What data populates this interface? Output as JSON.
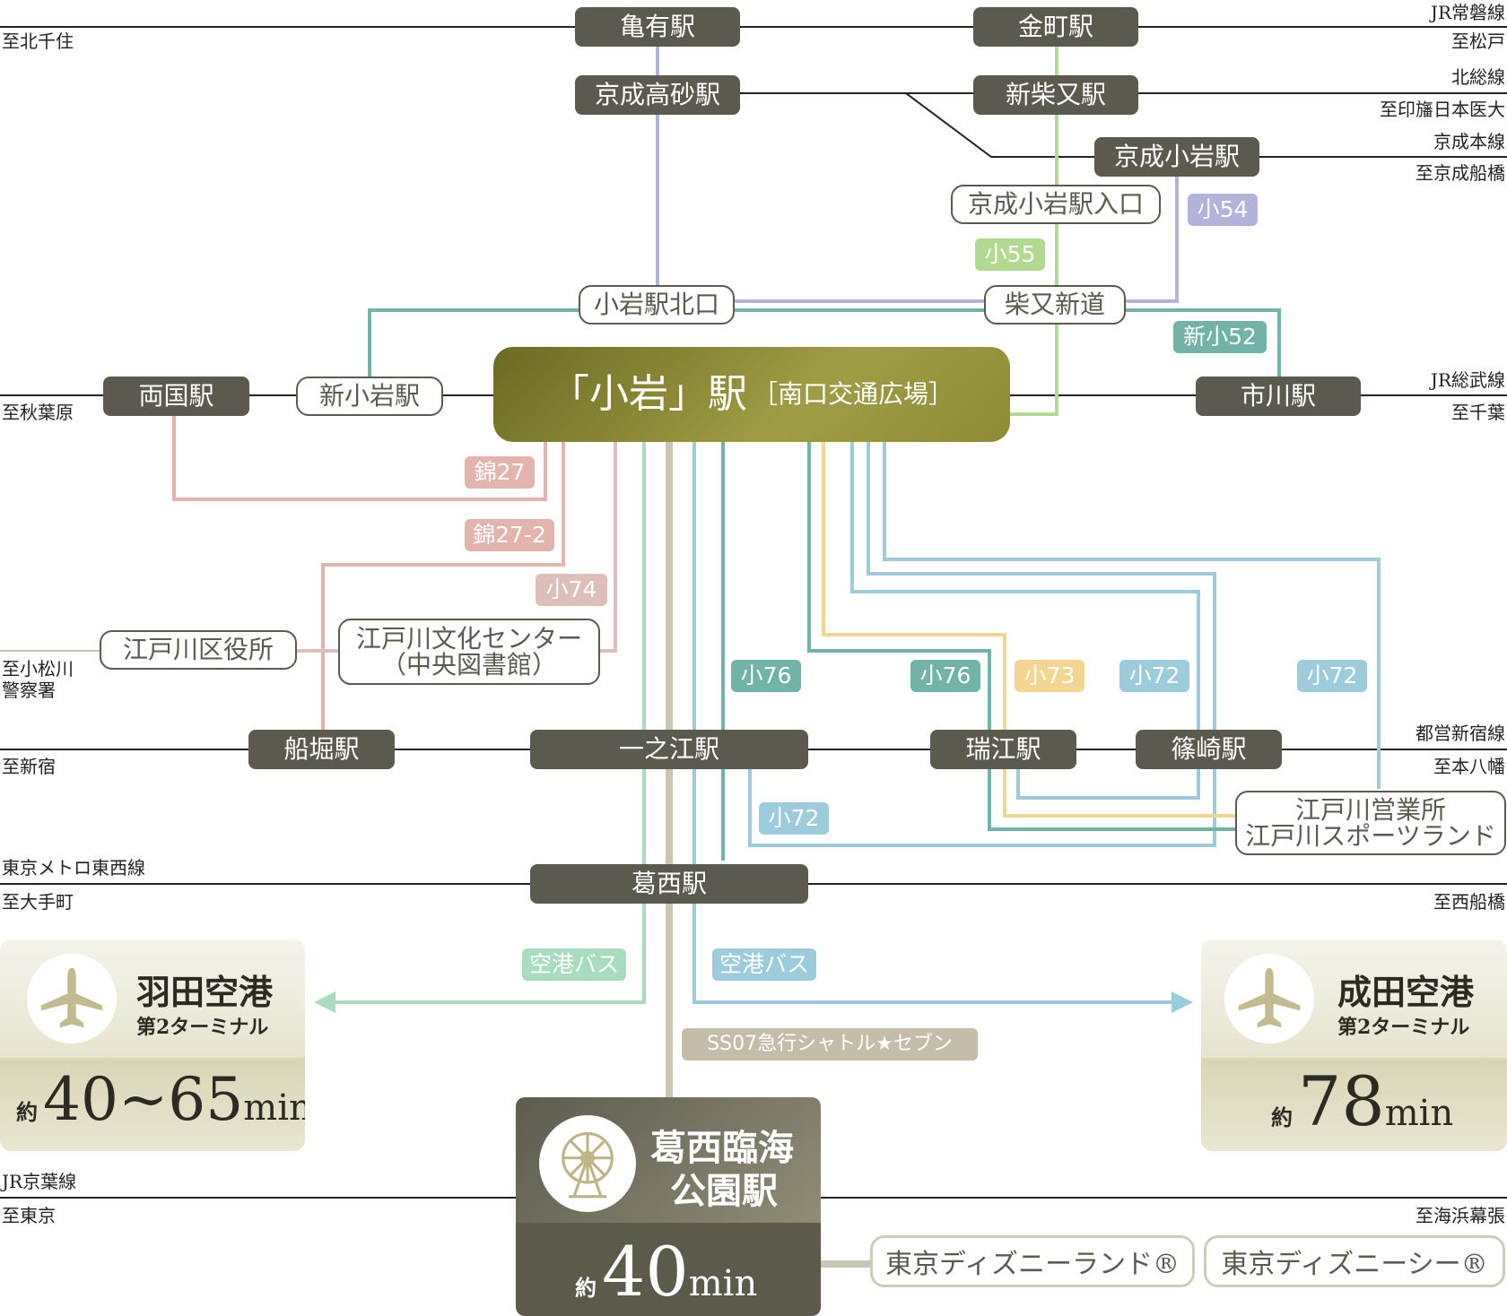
{
  "colors": {
    "station": "#5c5a4e",
    "hub": "#8d8b34",
    "pink": "#e3b3ad",
    "purple": "#b3b3d9",
    "lightgreen": "#b3d88f",
    "teal": "#72b3a7",
    "mint": "#a9dbbf",
    "sky": "#9ccbdc",
    "yellow": "#f1d590",
    "tan": "#c2bca9",
    "rail": "#222222"
  },
  "hub": {
    "main": "「小岩」駅",
    "sub": "［南口交通広場］"
  },
  "stations": {
    "kameari": "亀有駅",
    "kanamachi": "金町駅",
    "keisei_takasago": "京成高砂駅",
    "shin_shibamata": "新柴又駅",
    "keisei_koiwa": "京成小岩駅",
    "ryogoku": "両国駅",
    "ichikawa": "市川駅",
    "funabori": "船堀駅",
    "ichinoe": "一之江駅",
    "mizue": "瑞江駅",
    "shinozaki": "篠崎駅",
    "kasai": "葛西駅"
  },
  "stops": {
    "keisei_koiwa_iriguchi": "京成小岩駅入口",
    "koiwa_kitaguchi": "小岩駅北口",
    "shibamata_shindo": "柴又新道",
    "shin_koiwa": "新小岩駅",
    "edogawa_kuyakusho": "江戸川区役所",
    "bunka_center_line1": "江戸川文化センター",
    "bunka_center_line2": "（中央図書館）",
    "eigyosho_line1": "江戸川営業所",
    "eigyosho_line2": "江戸川スポーツランド"
  },
  "badges": {
    "ko54": "小54",
    "ko55": "小55",
    "shinko52": "新小52",
    "kin27": "錦27",
    "kin27_2": "錦27-2",
    "ko74": "小74",
    "ko76a": "小76",
    "ko76b": "小76",
    "ko73": "小73",
    "ko72a": "小72",
    "ko72b": "小72",
    "ko72c": "小72",
    "airport_bus_left": "空港バス",
    "airport_bus_right": "空港バス",
    "shuttle": "SS07急行シャトル★セブン"
  },
  "rail_labels": {
    "to_kitasenju": "至北千住",
    "jr_joban": "JR常磐線",
    "to_matsudo": "至松戸",
    "hokuso": "北総線",
    "to_inba": "至印旛日本医大",
    "keisei_main": "京成本線",
    "to_keisei_funabashi": "至京成船橋",
    "to_akihabara": "至秋葉原",
    "jr_sobu": "JR総武線",
    "to_chiba": "至千葉",
    "to_komatsugawa_line1": "至小松川",
    "to_komatsugawa_line2": "警察署",
    "to_shinjuku": "至新宿",
    "toei_shinjuku": "都営新宿線",
    "to_motoyawata": "至本八幡",
    "tozai": "東京メトロ東西線",
    "to_otemachi": "至大手町",
    "to_nishifunabashi": "至西船橋",
    "jr_keiyo": "JR京葉線",
    "to_tokyo": "至東京",
    "to_kaihin_makuhari": "至海浜幕張"
  },
  "haneda": {
    "name": "羽田空港",
    "terminal": "第2ターミナル",
    "prefix": "約",
    "time": "40~65",
    "unit": "min",
    "icon": "airplane-icon"
  },
  "narita": {
    "name": "成田空港",
    "terminal": "第2ターミナル",
    "prefix": "約",
    "time": "78",
    "unit": "min",
    "icon": "airplane-icon"
  },
  "kasai_rinkai": {
    "line1": "葛西臨海",
    "line2": "公園駅",
    "prefix": "約",
    "time": "40",
    "unit": "min",
    "icon": "ferris-wheel-icon"
  },
  "disney": {
    "land": "東京ディズニーランド®",
    "sea": "東京ディズニーシー®"
  }
}
